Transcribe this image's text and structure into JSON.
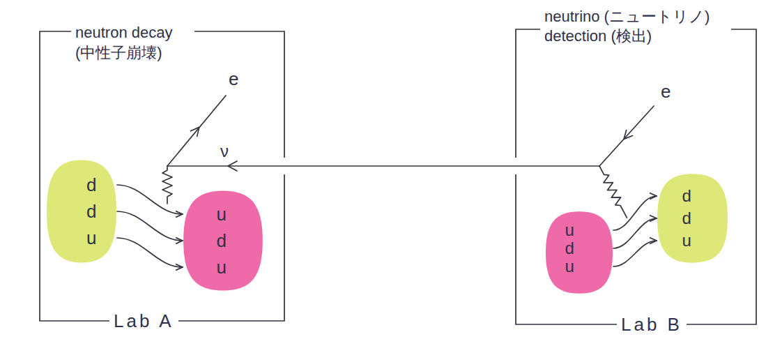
{
  "diagram": {
    "nodes": [
      {
        "text": [
          "neutron decay (中性子崩壊)",
          "Lab A"
        ]
      },
      {
        "text": [
          "d d u"
        ],
        "in": 0
      },
      {
        "text": [
          "u d u"
        ],
        "in": 0
      },
      {
        "text": [
          "neutrino (ニュートリノ) detection (検出)",
          "Lab B"
        ]
      },
      {
        "text": [
          "u d u"
        ],
        "in": 3
      },
      {
        "text": [
          "d d u"
        ],
        "in": 3
      }
    ],
    "edges": [
      {
        "from": 1,
        "to": 2,
        "arrow": "to"
      },
      {
        "from": 1,
        "to": 2,
        "arrow": "to"
      },
      {
        "from": 1,
        "to": 2,
        "arrow": "to"
      },
      {
        "from": 4,
        "to": 5,
        "arrow": "to"
      },
      {
        "from": 4,
        "to": 5,
        "arrow": "to"
      },
      {
        "from": 4,
        "to": 5,
        "arrow": "to"
      }
    ],
    "labels": [
      "e",
      "ν",
      "e"
    ]
  }
}
